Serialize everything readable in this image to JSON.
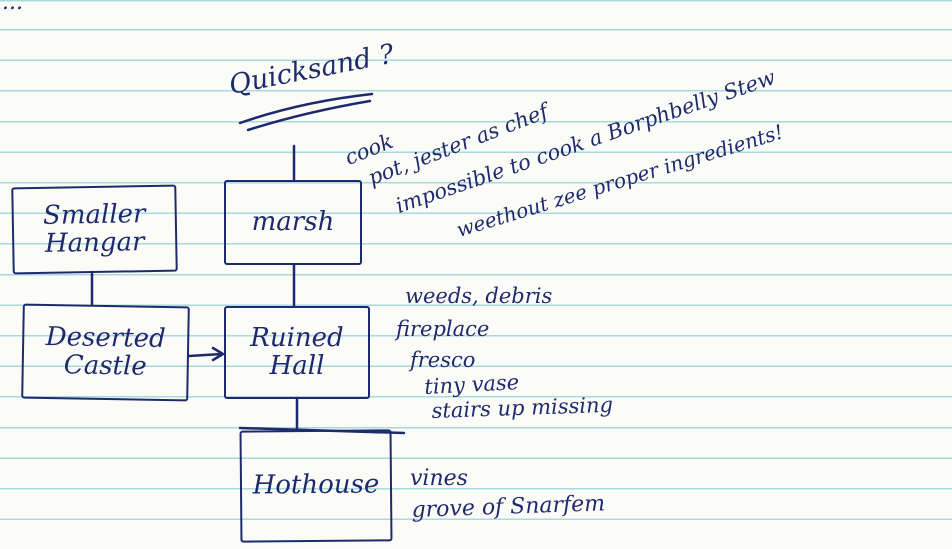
{
  "top_scrawl": "...",
  "quicksand_label": "Quicksand ?",
  "rooms": {
    "smaller_hangar": "Smaller Hangar",
    "deserted_castle": "Deserted Castle",
    "marsh": "marsh",
    "ruined_hall": "Ruined Hall",
    "hothouse": "Hothouse"
  },
  "notes": {
    "marsh_line1": "cook",
    "marsh_line2": "pot, jester as chef",
    "marsh_line3": "impossible to cook a Borphbelly Stew",
    "marsh_line4": "weethout zee proper ingredients!",
    "hall_line1": "weeds, debris",
    "hall_line2": "fireplace",
    "hall_line3": "fresco",
    "hall_line4": "tiny vase",
    "hall_line5": "stairs up missing",
    "hothouse_line1": "vines",
    "hothouse_line2": "grove of Snarfem"
  },
  "colors": {
    "ink": "#1f2a6e",
    "paper": "#fbfcf7",
    "rule": "#a9d9dc"
  }
}
